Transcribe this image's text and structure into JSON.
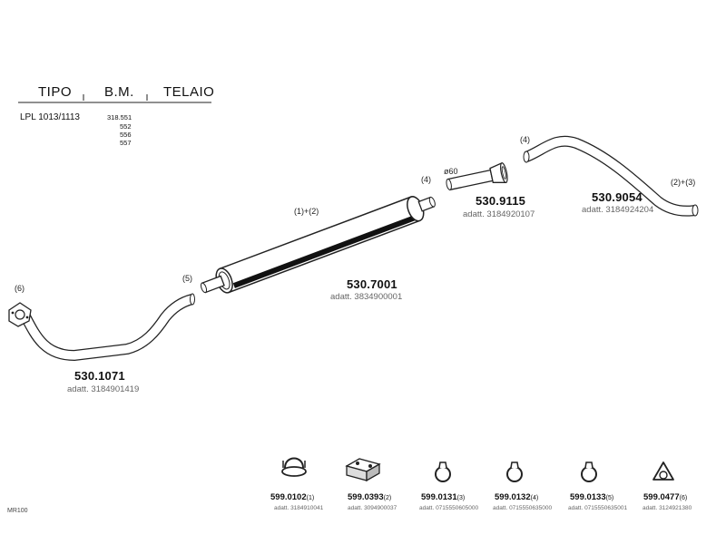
{
  "header": {
    "tipo": "TIPO",
    "bm": "B.M.",
    "telaio": "TELAIO",
    "model": "LPL 1013/1113",
    "bm_codes": [
      "318.551",
      "552",
      "556",
      "557"
    ]
  },
  "parts": {
    "front_pipe": {
      "number": "530.1071",
      "adatt": "adatt. 3184901419",
      "ref_end": "(5)",
      "ref_flange": "(6)"
    },
    "silencer": {
      "number": "530.7001",
      "adatt": "adatt. 3834900001",
      "ref": "(1)+(2)",
      "ref_outlet": "(4)"
    },
    "connector": {
      "number": "530.9115",
      "adatt": "adatt. 3184920107",
      "diameter": "ø60"
    },
    "tail_pipe": {
      "number": "530.9054",
      "adatt": "adatt. 3184924204",
      "ref_start": "(4)",
      "ref_end": "(2)+(3)"
    }
  },
  "accessories": [
    {
      "number": "599.0102",
      "ref": "(1)",
      "adatt": "adatt. 3184910041",
      "icon": "u-clamp-icon"
    },
    {
      "number": "599.0393",
      "ref": "(2)",
      "adatt": "adatt. 3094900037",
      "icon": "rubber-mount-icon"
    },
    {
      "number": "599.0131",
      "ref": "(3)",
      "adatt": "adatt. 0715550605000",
      "icon": "clamp-ring-icon"
    },
    {
      "number": "599.0132",
      "ref": "(4)",
      "adatt": "adatt. 0715550635000",
      "icon": "clamp-ring-icon"
    },
    {
      "number": "599.0133",
      "ref": "(5)",
      "adatt": "adatt. 0715550635001",
      "icon": "clamp-ring-icon"
    },
    {
      "number": "599.0477",
      "ref": "(6)",
      "adatt": "adatt. 3124921380",
      "icon": "gasket-icon"
    }
  ],
  "footer": {
    "code": "MR100"
  }
}
